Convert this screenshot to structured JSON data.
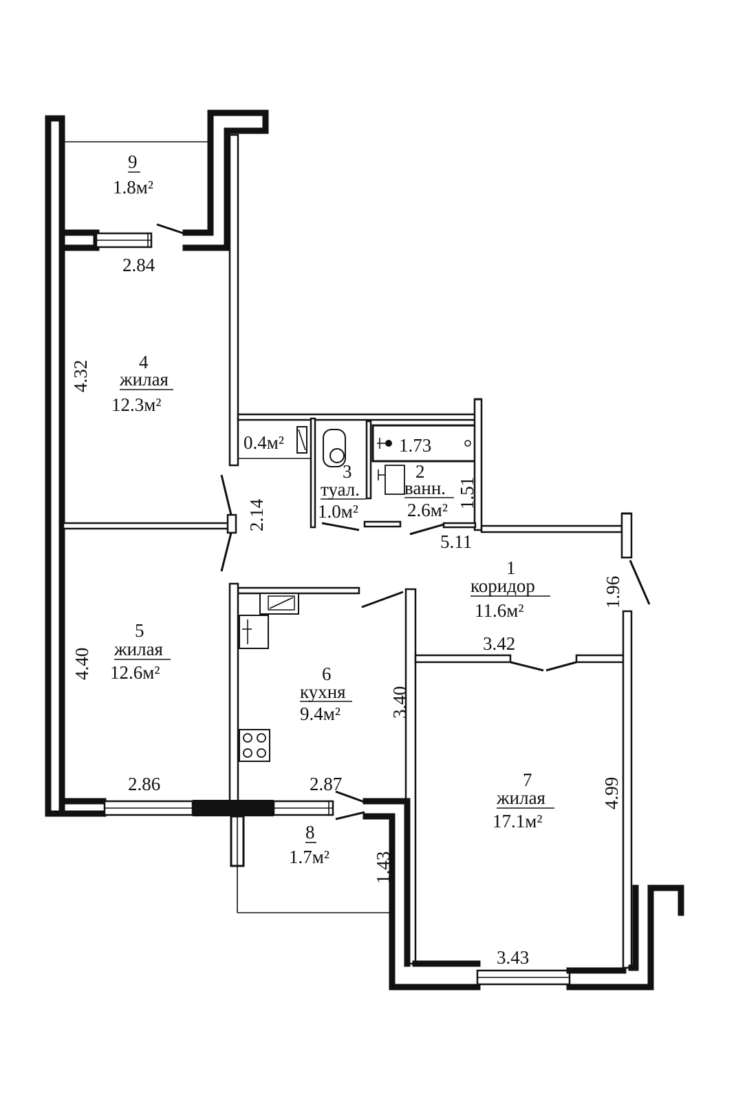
{
  "rooms": {
    "r9": {
      "num": "9",
      "area": "1.8м²"
    },
    "r4": {
      "num": "4",
      "name": "жилая",
      "area": "12.3м²"
    },
    "r0": {
      "area": "0.4м²"
    },
    "r3": {
      "num": "3",
      "name": "туал.",
      "area": "1.0м²"
    },
    "r2": {
      "num": "2",
      "name": "ванн.",
      "area": "2.6м²"
    },
    "r1": {
      "num": "1",
      "name": "коридор",
      "area": "11.6м²"
    },
    "r5": {
      "num": "5",
      "name": "жилая",
      "area": "12.6м²"
    },
    "r6": {
      "num": "6",
      "name": "кухня",
      "area": "9.4м²"
    },
    "r7": {
      "num": "7",
      "name": "жилая",
      "area": "17.1м²"
    },
    "r8": {
      "num": "8",
      "area": "1.7м²"
    }
  },
  "dims": {
    "d284": "2.84",
    "d432": "4.32",
    "d214": "2.14",
    "d173": "1.73",
    "d151": "1.51",
    "d511": "5.11",
    "d196": "1.96",
    "d342": "3.42",
    "d440": "4.40",
    "d340": "3.40",
    "d286": "2.86",
    "d287": "2.87",
    "d143": "1.43",
    "d499": "4.99",
    "d343": "3.43"
  }
}
